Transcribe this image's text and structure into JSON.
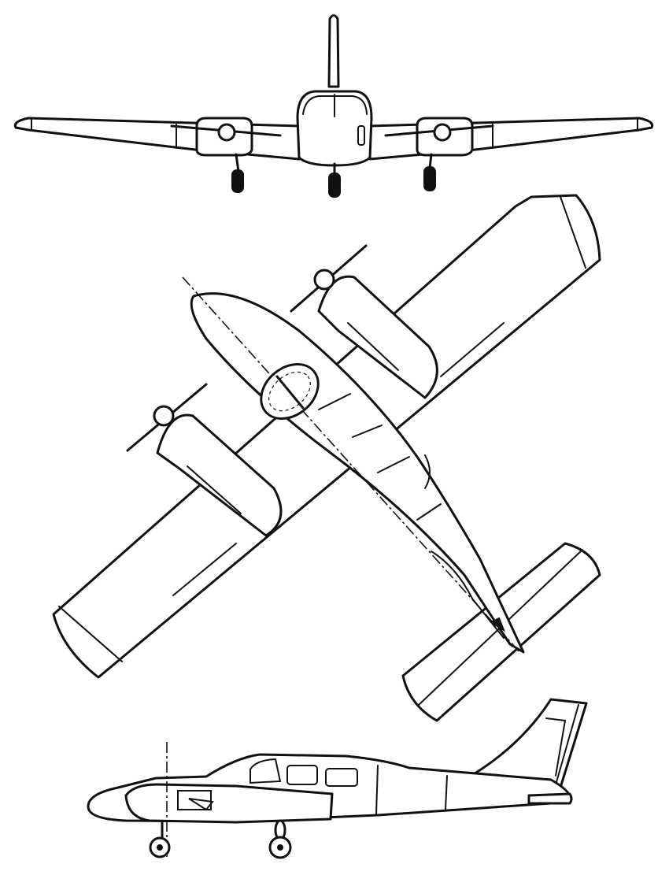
{
  "figure": {
    "views": [
      "front",
      "top",
      "side"
    ],
    "stroke_color": "#111111",
    "background_color": "#ffffff"
  }
}
